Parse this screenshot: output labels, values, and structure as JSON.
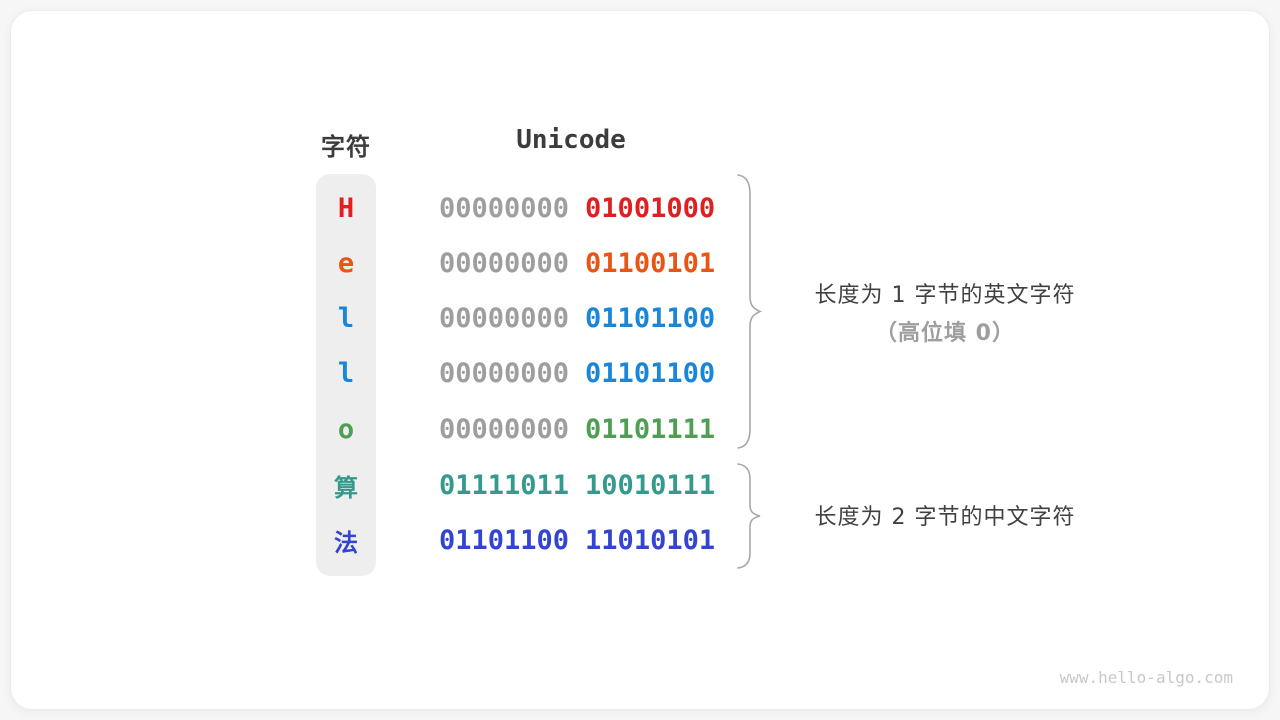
{
  "columns": {
    "char_header": "字符",
    "code_header": "Unicode"
  },
  "rows": [
    {
      "char": "H",
      "char_color": "#e02020",
      "cjk": false,
      "bytes": [
        {
          "bits": "00000000",
          "color": "#9e9e9e"
        },
        {
          "bits": "01001000",
          "color": "#e02020"
        }
      ]
    },
    {
      "char": "e",
      "char_color": "#e85514",
      "cjk": false,
      "bytes": [
        {
          "bits": "00000000",
          "color": "#9e9e9e"
        },
        {
          "bits": "01100101",
          "color": "#e85514"
        }
      ]
    },
    {
      "char": "l",
      "char_color": "#1a86d8",
      "cjk": false,
      "bytes": [
        {
          "bits": "00000000",
          "color": "#9e9e9e"
        },
        {
          "bits": "01101100",
          "color": "#1a86d8"
        }
      ]
    },
    {
      "char": "l",
      "char_color": "#1a86d8",
      "cjk": false,
      "bytes": [
        {
          "bits": "00000000",
          "color": "#9e9e9e"
        },
        {
          "bits": "01101100",
          "color": "#1a86d8"
        }
      ]
    },
    {
      "char": "o",
      "char_color": "#4f9e53",
      "cjk": false,
      "bytes": [
        {
          "bits": "00000000",
          "color": "#9e9e9e"
        },
        {
          "bits": "01101111",
          "color": "#4f9e53"
        }
      ]
    },
    {
      "char": "算",
      "char_color": "#359a8d",
      "cjk": true,
      "bytes": [
        {
          "bits": "01111011",
          "color": "#359a8d"
        },
        {
          "bits": "10010111",
          "color": "#359a8d"
        }
      ]
    },
    {
      "char": "法",
      "char_color": "#3344d0",
      "cjk": true,
      "bytes": [
        {
          "bits": "01101100",
          "color": "#3344d0"
        },
        {
          "bits": "11010101",
          "color": "#3344d0"
        }
      ]
    }
  ],
  "annotations": {
    "group1": {
      "line1": "长度为 1 字节的英文字符",
      "line2": "（高位填 0）"
    },
    "group2": {
      "line1": "长度为 2 字节的中文字符"
    }
  },
  "watermark": "www.hello-algo.com",
  "colors": {
    "zero_padding_gray": "#9e9e9e",
    "strip_background": "#eeeeee",
    "brace_stroke": "#a8a8a8",
    "heading_text": "#3c3c3c",
    "annotation_text": "#414141",
    "annotation_subtext": "#9e9e9e"
  }
}
